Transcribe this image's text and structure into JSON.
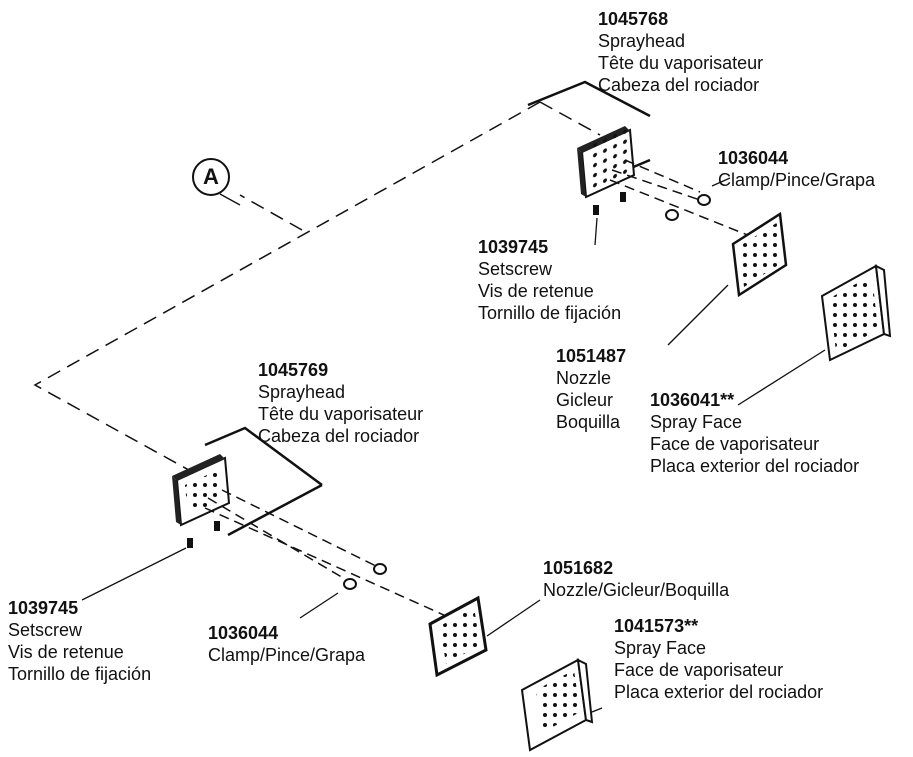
{
  "callout": {
    "letter": "A"
  },
  "parts": {
    "sprayhead_upper": {
      "number": "1045768",
      "en": "Sprayhead",
      "fr": "Tête du vaporisateur",
      "es": "Cabeza del rociador"
    },
    "clamp_upper": {
      "number": "1036044",
      "desc": "Clamp/Pince/Grapa"
    },
    "setscrew_upper": {
      "number": "1039745",
      "en": "Setscrew",
      "fr": "Vis de retenue",
      "es": "Tornillo de fijación"
    },
    "nozzle_upper": {
      "number": "1051487",
      "en": "Nozzle",
      "fr": "Gicleur",
      "es": "Boquilla"
    },
    "sprayface_upper": {
      "number": "1036041**",
      "en": "Spray Face",
      "fr": "Face de vaporisateur",
      "es": "Placa exterior del rociador"
    },
    "sprayhead_lower": {
      "number": "1045769",
      "en": "Sprayhead",
      "fr": "Tête du vaporisateur",
      "es": "Cabeza del rociador"
    },
    "setscrew_lower": {
      "number": "1039745",
      "en": "Setscrew",
      "fr": "Vis de retenue",
      "es": "Tornillo de fijación"
    },
    "clamp_lower": {
      "number": "1036044",
      "desc": "Clamp/Pince/Grapa"
    },
    "nozzle_lower": {
      "number": "1051682",
      "desc": "Nozzle/Gicleur/Boquilla"
    },
    "sprayface_lower": {
      "number": "1041573**",
      "en": "Spray Face",
      "fr": "Face de vaporisateur",
      "es": "Placa exterior del rociador"
    }
  }
}
